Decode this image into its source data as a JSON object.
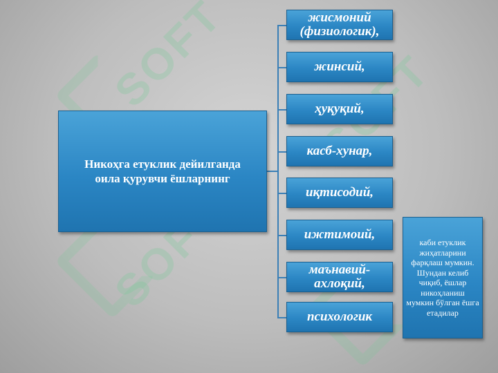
{
  "main": {
    "line1": "Никоҳга етуклик дейилганда",
    "line2": "оила қурувчи ёшларнинг"
  },
  "categories": [
    "жисмоний (физиологик),",
    "жинсий,",
    "ҳуқуқий,",
    "касб-хунар,",
    "иқтисодий,",
    "ижтимоий,",
    "маънавий-ахлоқий,",
    "психологик"
  ],
  "note": "каби етуклик жиҳатларини фарқлаш мумкин. Шундан келиб чиқиб, ёшлар никоҳланиш мумкин бўлган ёшга етадилар",
  "watermark": "SOFT",
  "colors": {
    "box_fill": "#2b86c4",
    "box_border": "#1a5f8f",
    "background": "#bdbdbd",
    "connector": "#3a7fb6"
  }
}
